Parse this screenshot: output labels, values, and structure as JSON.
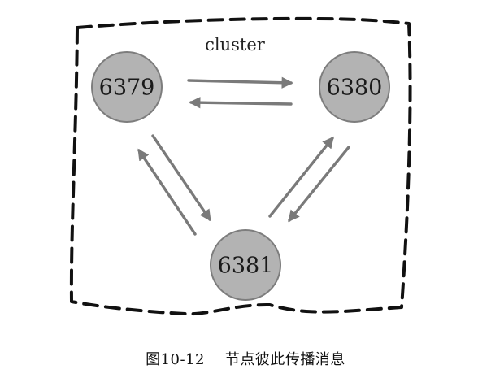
{
  "diagram": {
    "cluster_label": "cluster",
    "nodes": [
      {
        "id": "n6379",
        "label": "6379"
      },
      {
        "id": "n6380",
        "label": "6380"
      },
      {
        "id": "n6381",
        "label": "6381"
      }
    ],
    "edges": [
      {
        "from": "6379",
        "to": "6380"
      },
      {
        "from": "6380",
        "to": "6379"
      },
      {
        "from": "6379",
        "to": "6381"
      },
      {
        "from": "6381",
        "to": "6379"
      },
      {
        "from": "6380",
        "to": "6381"
      },
      {
        "from": "6381",
        "to": "6380"
      }
    ]
  },
  "caption": {
    "figure_number": "图10-12",
    "title": "节点彼此传播消息"
  }
}
